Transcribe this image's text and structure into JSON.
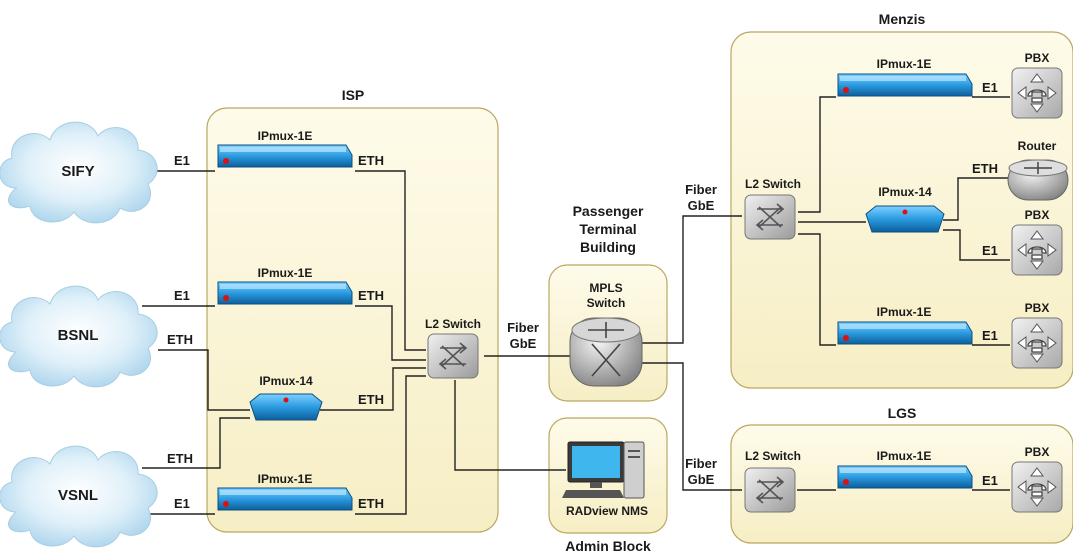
{
  "clouds": {
    "sify": "SIFY",
    "bsnl": "BSNL",
    "vsnl": "VSNL"
  },
  "zones": {
    "isp": "ISP",
    "terminal": [
      "Passenger",
      "Terminal",
      "Building"
    ],
    "menzis": "Menzis",
    "lgs": "LGS",
    "admin": "Admin Block"
  },
  "devices": {
    "ipmux1e": "IPmux-1E",
    "ipmux14": "IPmux-14",
    "l2switch": "L2 Switch",
    "mpls": [
      "MPLS",
      "Switch"
    ],
    "router": "Router",
    "pbx": "PBX",
    "nms": "RADview NMS"
  },
  "links": {
    "e1": "E1",
    "eth": "ETH",
    "fiber": [
      "Fiber",
      "GbE"
    ]
  },
  "colors": {
    "zone_fill": "#fbf6dc",
    "zone_border": "#b9a862",
    "cloud": "#c8e5f4",
    "ipmux": "#1f8fd6",
    "switch": "#bcbcbc"
  }
}
